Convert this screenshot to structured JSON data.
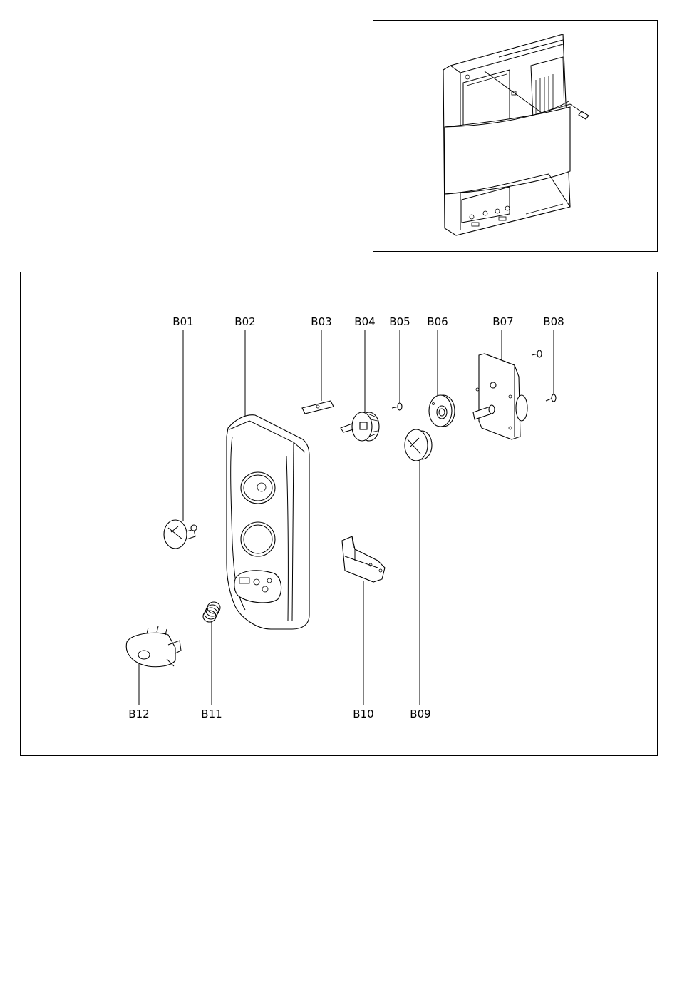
{
  "inset": {
    "caption": ""
  },
  "parts": [
    {
      "id": "b01",
      "label": "B01"
    },
    {
      "id": "b02",
      "label": "B02"
    },
    {
      "id": "b03",
      "label": "B03"
    },
    {
      "id": "b04",
      "label": "B04"
    },
    {
      "id": "b05",
      "label": "B05"
    },
    {
      "id": "b06",
      "label": "B06"
    },
    {
      "id": "b07",
      "label": "B07"
    },
    {
      "id": "b08",
      "label": "B08"
    },
    {
      "id": "b09",
      "label": "B09"
    },
    {
      "id": "b10",
      "label": "B10"
    },
    {
      "id": "b11",
      "label": "B11"
    },
    {
      "id": "b12",
      "label": "B12"
    }
  ],
  "colors": {
    "line": "#000000",
    "paper": "#ffffff"
  }
}
